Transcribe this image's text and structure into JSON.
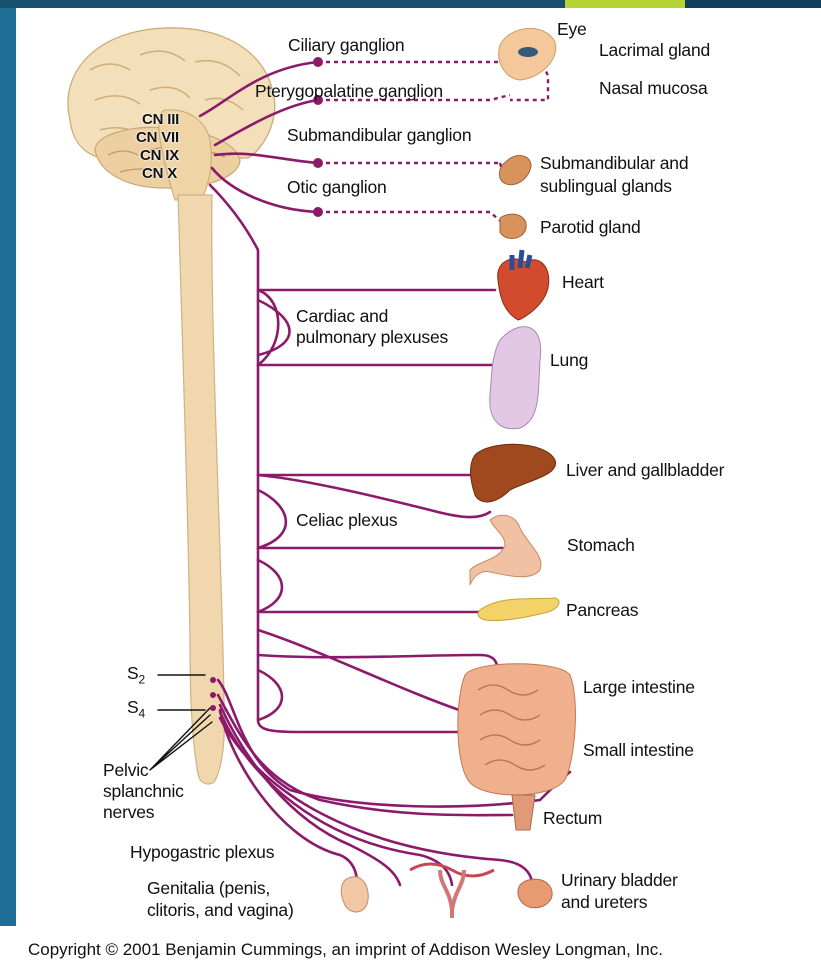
{
  "colors": {
    "nerve": "#8b1a6b",
    "spinal_cord": "#f1d7ad",
    "background": "#1f6f97",
    "accent": "#b5d335"
  },
  "labels": {
    "cn3": "CN III",
    "cn7": "CN VII",
    "cn9": "CN IX",
    "cn10": "CN X",
    "ciliary": "Ciliary ganglion",
    "pterygo": "Pterygopalatine ganglion",
    "submand_ganglion": "Submandibular ganglion",
    "otic": "Otic ganglion",
    "eye": "Eye",
    "lacrimal": "Lacrimal gland",
    "nasal": "Nasal mucosa",
    "submand_glands_1": "Submandibular and",
    "submand_glands_2": "sublingual glands",
    "parotid": "Parotid gland",
    "heart": "Heart",
    "cardiac_1": "Cardiac and",
    "cardiac_2": "pulmonary plexuses",
    "lung": "Lung",
    "liver": "Liver and gallbladder",
    "celiac": "Celiac plexus",
    "stomach": "Stomach",
    "pancreas": "Pancreas",
    "large_int": "Large  intestine",
    "small_int": "Small intestine",
    "rectum": "Rectum",
    "s2": "S",
    "s2_sub": "2",
    "s4": "S",
    "s4_sub": "4",
    "pelvic_1": "Pelvic",
    "pelvic_2": "splanchnic",
    "pelvic_3": "nerves",
    "hypogastric": "Hypogastric plexus",
    "genitalia_1": "Genitalia (penis,",
    "genitalia_2": "clitoris, and vagina)",
    "bladder_1": "Urinary  bladder",
    "bladder_2": "and ureters"
  },
  "copyright": "Copyright © 2001 Benjamin Cummings, an imprint of Addison Wesley Longman, Inc."
}
